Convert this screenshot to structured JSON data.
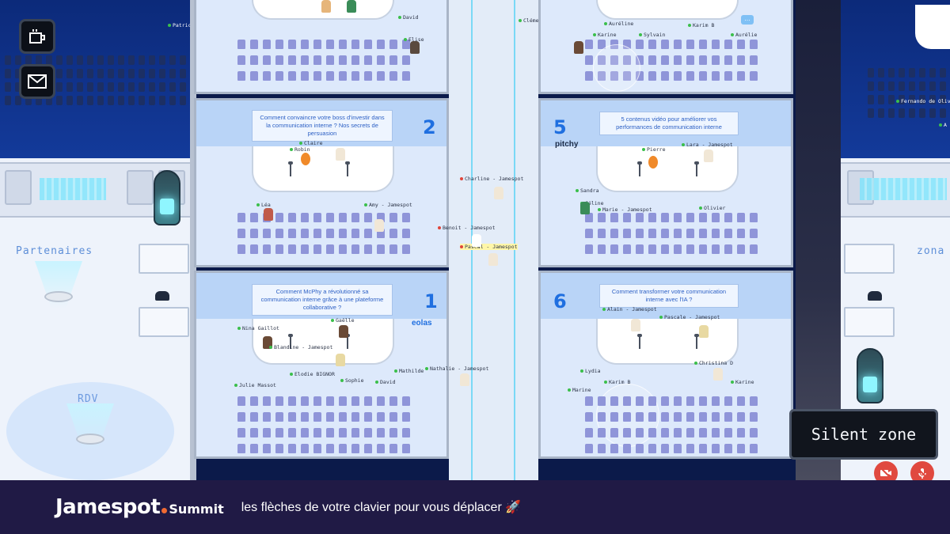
{
  "hud": {
    "coffee_icon": "coffee-icon",
    "mail_icon": "mail-icon"
  },
  "left_lounge": {
    "top_name": "Patricia Arvates",
    "zone_label": "Partenaires",
    "rdv_label": "RDV"
  },
  "right_lounge": {
    "zone_label": "zona",
    "names": [
      "Fernando de Oliv",
      "A"
    ]
  },
  "rooms": [
    {
      "id": "top-left",
      "names": [
        "David",
        "Elise"
      ]
    },
    {
      "id": "room-2",
      "number": "2",
      "title": "Comment convaincre votre boss d'investir dans la communication interne ? Nos secrets de persuasion",
      "names": [
        "Claire",
        "Robin",
        "Léa",
        "Amy - Jamespot"
      ]
    },
    {
      "id": "room-1",
      "number": "1",
      "title": "Comment McPhy a révolutionné sa communication interne grâce à une plateforme collaborative ?",
      "logo": "eolas",
      "names": [
        "Nina Gaillot",
        "Gaëlle",
        "Blandine - Jamespot",
        "Elodie BIGNOR",
        "Julie Massot",
        "Sophie",
        "David",
        "Mathilde"
      ]
    },
    {
      "id": "top-right",
      "names": [
        "Auréline",
        "Karine",
        "Sylvain",
        "Karim B",
        "Aurélie"
      ]
    },
    {
      "id": "room-5",
      "number": "5",
      "title": "5 contenus vidéo pour améliorer vos performances de communication interne",
      "logo": "pitchy",
      "names": [
        "Pierre",
        "Lara - Jamespot",
        "Olivier",
        "Sandra",
        "Marie - Jamespot",
        "Céline"
      ]
    },
    {
      "id": "room-6",
      "number": "6",
      "title": "Comment transformer votre communication interne avec l'IA ?",
      "names": [
        "Alain - Jamespot",
        "Pascale - Jamespot",
        "Christina D",
        "Lydia",
        "Karim B",
        "Marine",
        "Karine"
      ]
    }
  ],
  "corridor": {
    "names": [
      "Clément - Jamespot",
      "Charline - Jamespot",
      "Benoit - Jamespot",
      "Pascal - Jamespot",
      "Nathalie - Jamespot"
    ]
  },
  "silent_zone": "Silent zone",
  "controls": {
    "video_icon": "video-off-icon",
    "mic_icon": "mic-off-icon"
  },
  "bottom_bar": {
    "brand": "Jamespot",
    "brand_sub": "Summit",
    "ticker": "les flèches de votre clavier pour vous déplacer 🚀"
  },
  "colors": {
    "accent": "#1f6fe0",
    "brand_bar": "#201a45",
    "brand_dot": "#f06a32",
    "chair": "#8f95d9"
  }
}
